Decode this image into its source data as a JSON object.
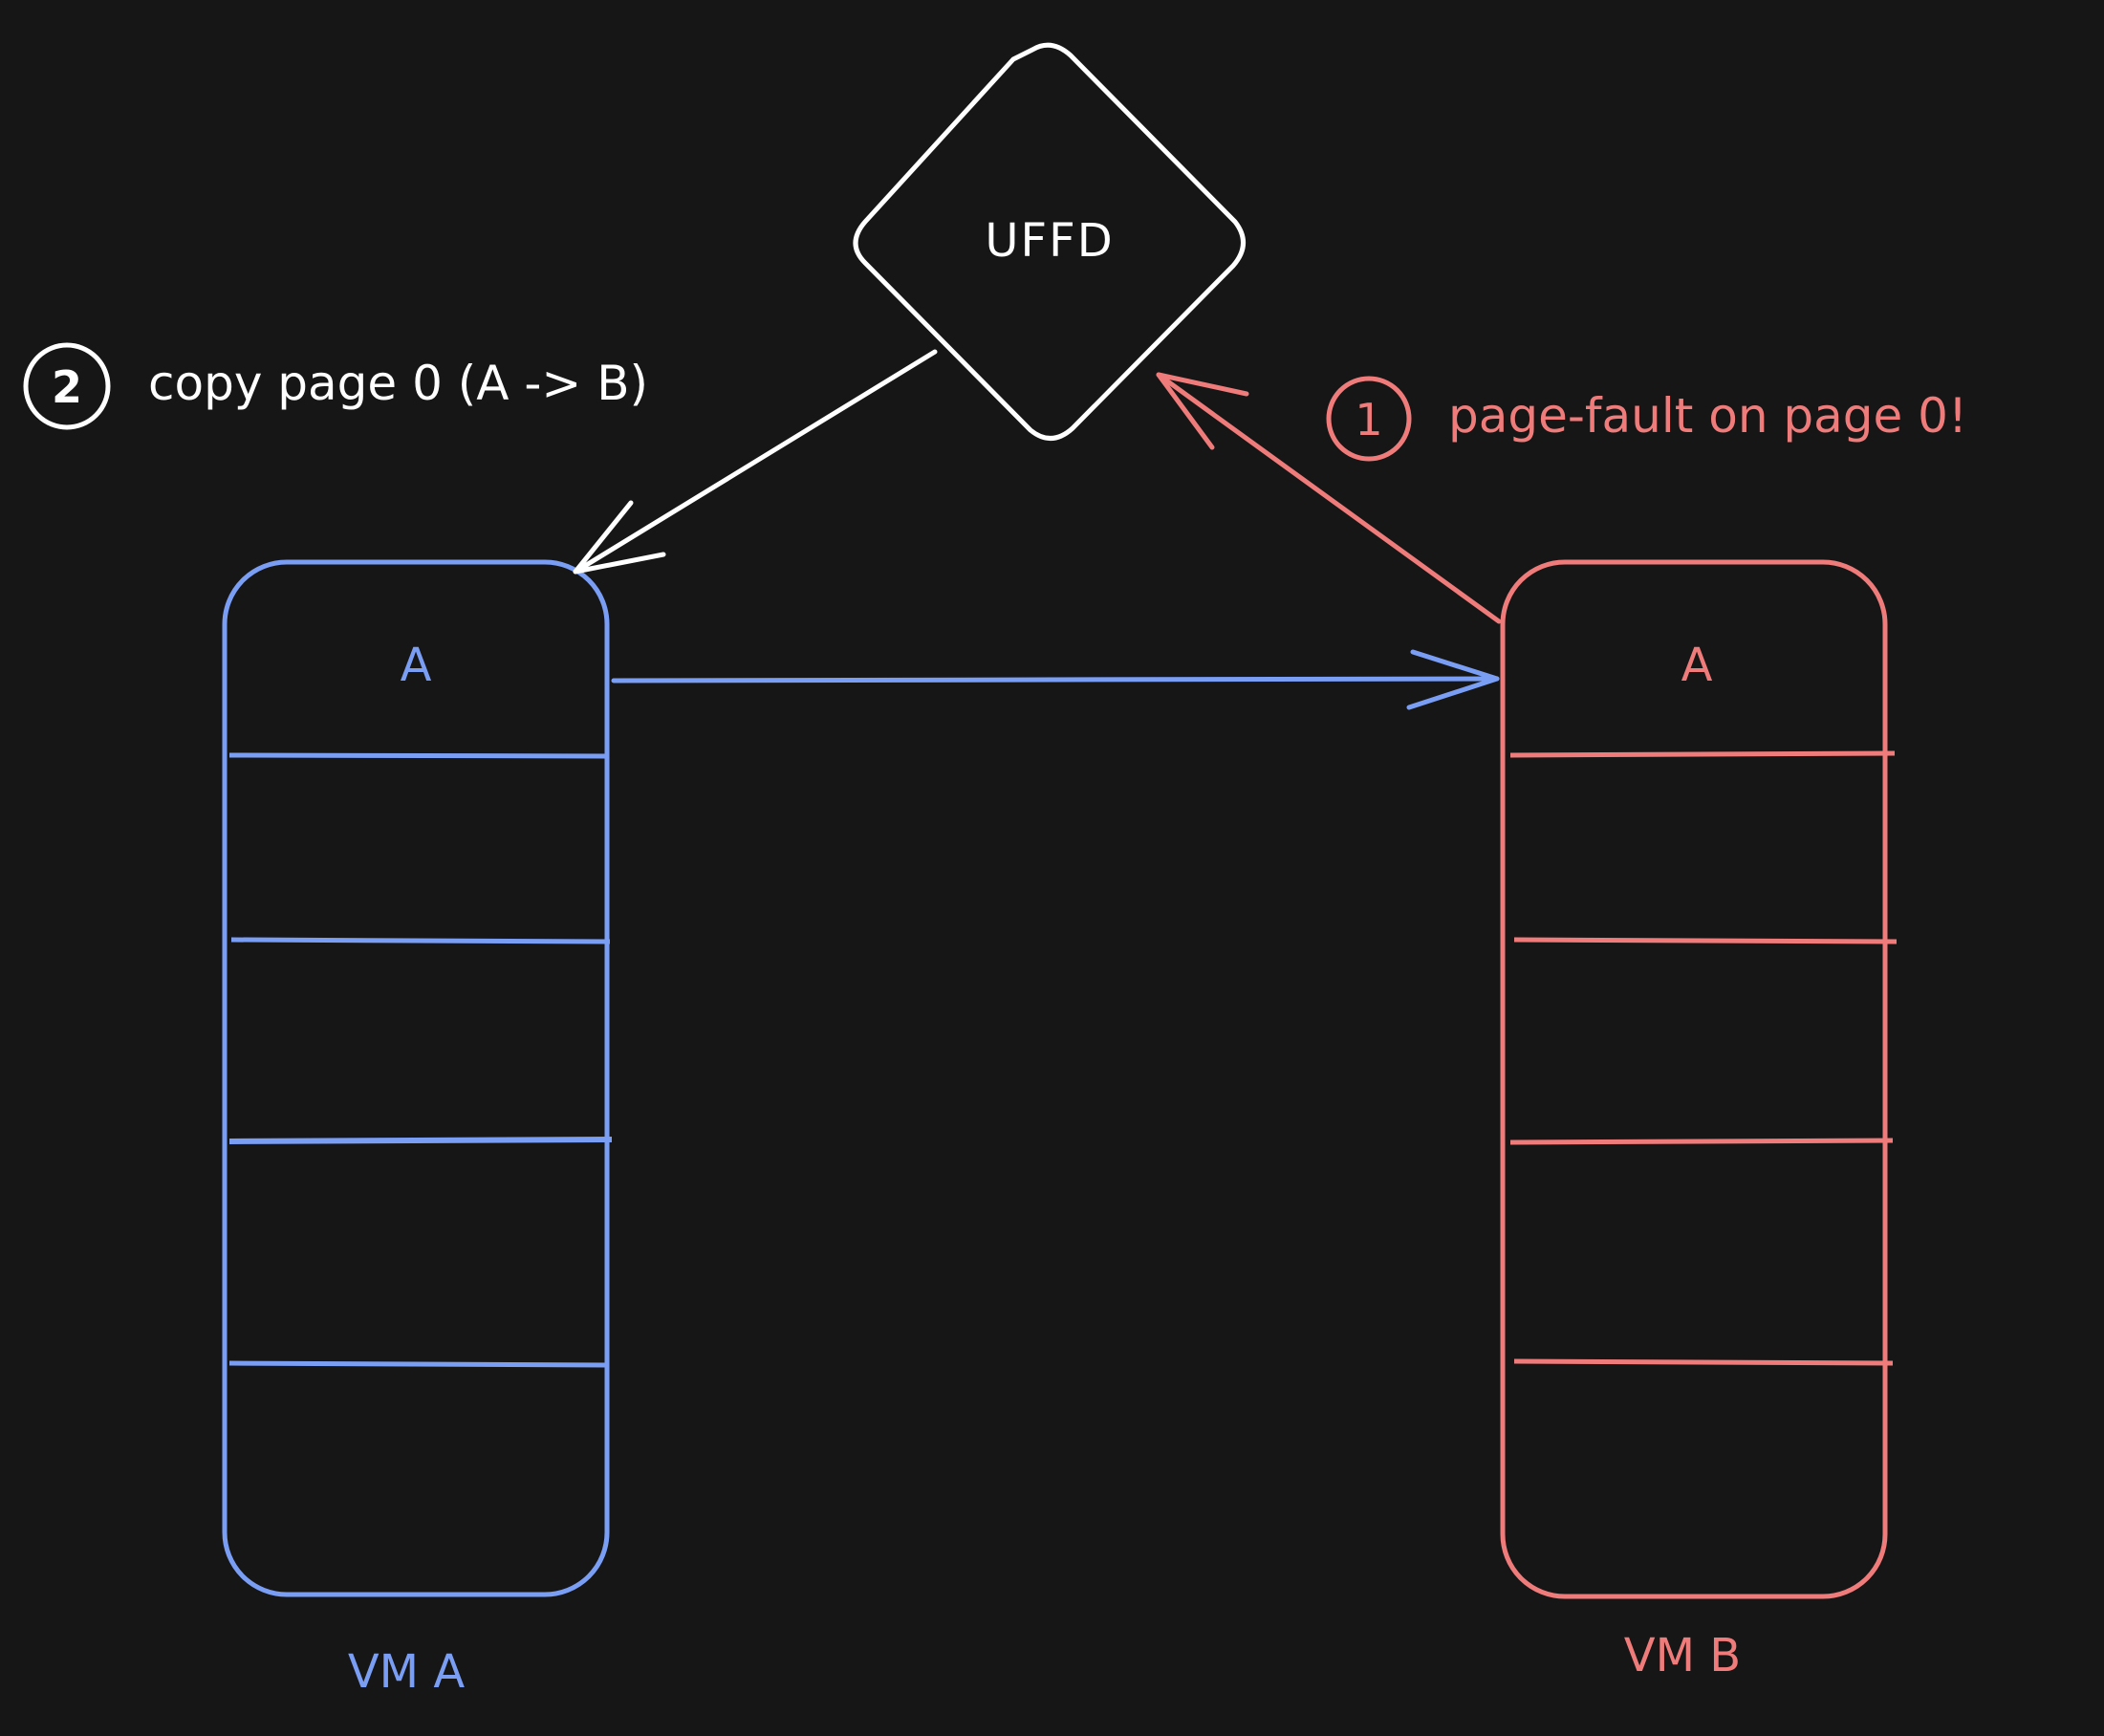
{
  "colors": {
    "background": "#161616",
    "vm_a": "#7b9ef5",
    "vm_b": "#ef7c7b",
    "uffd": "#ffffff"
  },
  "uffd": {
    "label": "UFFD"
  },
  "step1": {
    "number": "1",
    "text": "page-fault on page 0!"
  },
  "step2": {
    "number": "2",
    "text": "copy page 0 (A -> B)"
  },
  "vm_a": {
    "name": "VM A",
    "pages": [
      "A",
      "",
      "",
      "",
      "",
      ""
    ]
  },
  "vm_b": {
    "name": "VM B",
    "pages": [
      "A",
      "",
      "",
      "",
      "",
      ""
    ]
  }
}
